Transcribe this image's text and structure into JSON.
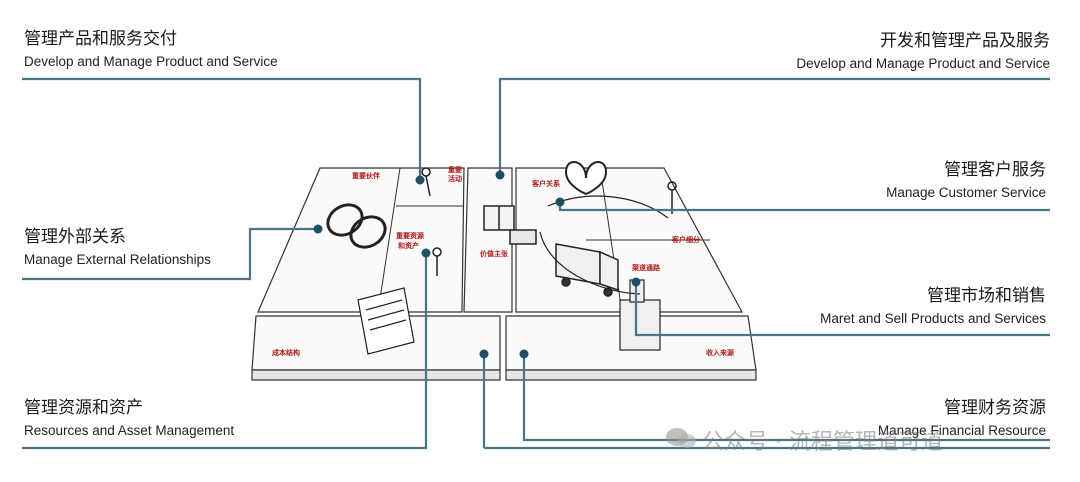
{
  "labels": {
    "tl": {
      "zh": "管理产品和服务交付",
      "en": "Develop and Manage Product and Service"
    },
    "tr": {
      "zh": "开发和管理产品及服务",
      "en": "Develop and Manage Product and Service"
    },
    "ml": {
      "zh": "管理外部关系",
      "en": "Manage External Relationships"
    },
    "mr1": {
      "zh": "管理客户服务",
      "en": "Manage Customer Service"
    },
    "mr2": {
      "zh": "管理市场和销售",
      "en": "Maret and Sell Products and Services"
    },
    "bl": {
      "zh": "管理资源和资产",
      "en": "Resources and Asset Management"
    },
    "br": {
      "zh": "管理财务资源",
      "en": "Manage Financial Resource"
    }
  },
  "canvas": {
    "key_partners": "重要伙伴",
    "key_activities": "重要\n活动",
    "key_resources": "重要资源\n和资产",
    "value_prop": "价值主张",
    "customer_rel": "客户关系",
    "customer_seg": "客户细分",
    "channels": "渠道通路",
    "cost_structure": "成本结构",
    "revenue": "收入来源"
  },
  "watermark": "公众号 · 流程管理道可道",
  "colors": {
    "line": "#4a7585",
    "dot": "#1f4f62",
    "accent_red": "#b01818"
  }
}
